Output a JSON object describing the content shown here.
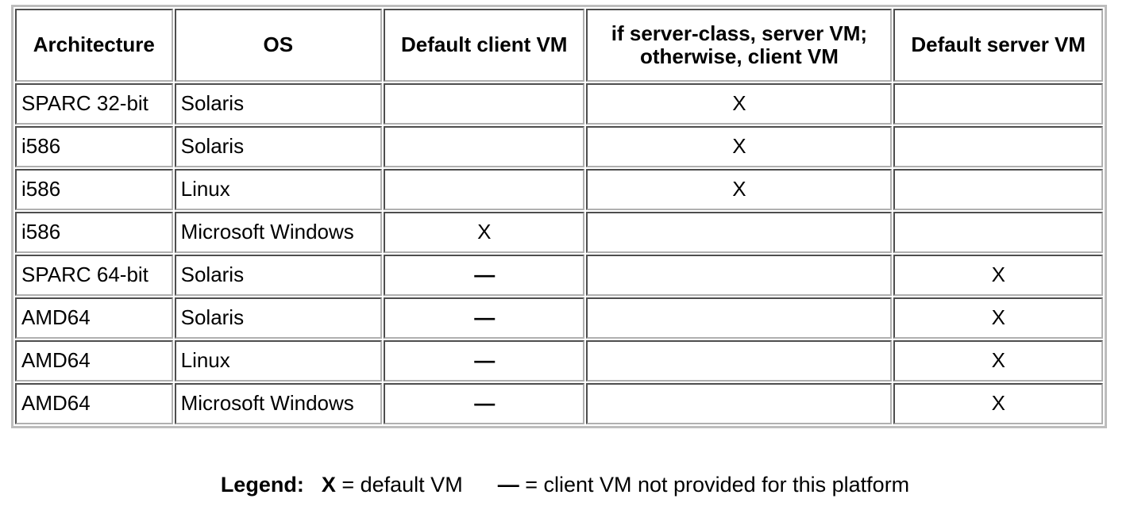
{
  "table": {
    "columns": [
      {
        "key": "architecture",
        "label": "Architecture"
      },
      {
        "key": "os",
        "label": "OS"
      },
      {
        "key": "default_client_vm",
        "label": "Default client VM"
      },
      {
        "key": "conditional",
        "label": "if server-class, server VM;\notherwise, client VM",
        "line1": "if server-class, server VM;",
        "line2": "otherwise, client VM"
      },
      {
        "key": "default_server_vm",
        "label": "Default server VM"
      }
    ],
    "rows": [
      {
        "architecture": "SPARC 32-bit",
        "os": "Solaris",
        "default_client_vm": "",
        "conditional": "X",
        "default_server_vm": ""
      },
      {
        "architecture": "i586",
        "os": "Solaris",
        "default_client_vm": "",
        "conditional": "X",
        "default_server_vm": ""
      },
      {
        "architecture": "i586",
        "os": "Linux",
        "default_client_vm": "",
        "conditional": "X",
        "default_server_vm": ""
      },
      {
        "architecture": "i586",
        "os": "Microsoft Windows",
        "default_client_vm": "X",
        "conditional": "",
        "default_server_vm": ""
      },
      {
        "architecture": "SPARC 64-bit",
        "os": "Solaris",
        "default_client_vm": "—",
        "conditional": "",
        "default_server_vm": "X"
      },
      {
        "architecture": "AMD64",
        "os": "Solaris",
        "default_client_vm": "—",
        "conditional": "",
        "default_server_vm": "X"
      },
      {
        "architecture": "AMD64",
        "os": "Linux",
        "default_client_vm": "—",
        "conditional": "",
        "default_server_vm": "X"
      },
      {
        "architecture": "AMD64",
        "os": "Microsoft Windows",
        "default_client_vm": "—",
        "conditional": "",
        "default_server_vm": "X"
      }
    ]
  },
  "legend": {
    "label": "Legend:",
    "symbol_x": "X",
    "text_x": "= default VM",
    "symbol_dash": "—",
    "text_dash": "= client VM not provided for this platform"
  },
  "colors": {
    "page_background": "#ffffff",
    "text": "#000000",
    "outer_border": "#bdbdbd",
    "cell_border_dark": "#4d4d4d",
    "cell_border_light": "#b0b0b0"
  }
}
